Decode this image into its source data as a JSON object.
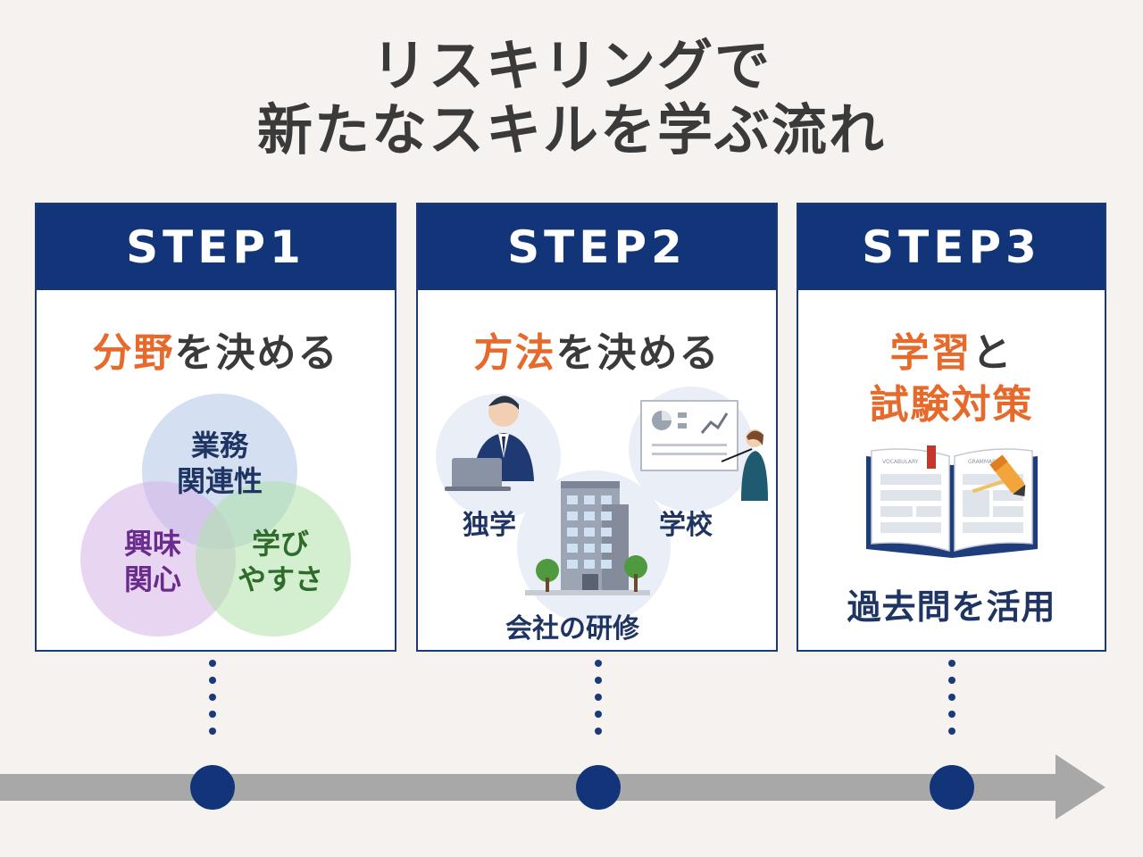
{
  "title": {
    "line1": "リスキリングで",
    "line2": "新たなスキルを学ぶ流れ"
  },
  "steps": [
    {
      "label": "STEP1",
      "heading_accent": "分野",
      "heading_rest": "を決める",
      "circles": [
        {
          "line1": "業務",
          "line2": "関連性",
          "color": "#1e3563"
        },
        {
          "line1": "興味",
          "line2": "関心",
          "color": "#6a2b8f"
        },
        {
          "line1": "学び",
          "line2": "やすさ",
          "color": "#2f6b2a"
        }
      ]
    },
    {
      "label": "STEP2",
      "heading_accent": "方法",
      "heading_rest": "を決める",
      "methods": [
        "独学",
        "学校",
        "会社の研修"
      ]
    },
    {
      "label": "STEP3",
      "heading_accent": "学習",
      "heading_rest": "と",
      "heading_line2": "試験対策",
      "book_words": [
        "VOCABULARY",
        "GRAMMAR"
      ],
      "caption": "過去問を活用"
    }
  ],
  "colors": {
    "navy": "#12357a",
    "accent": "#e66a2c",
    "timeline": "#a8a8a8",
    "background": "#f5f2ef"
  }
}
